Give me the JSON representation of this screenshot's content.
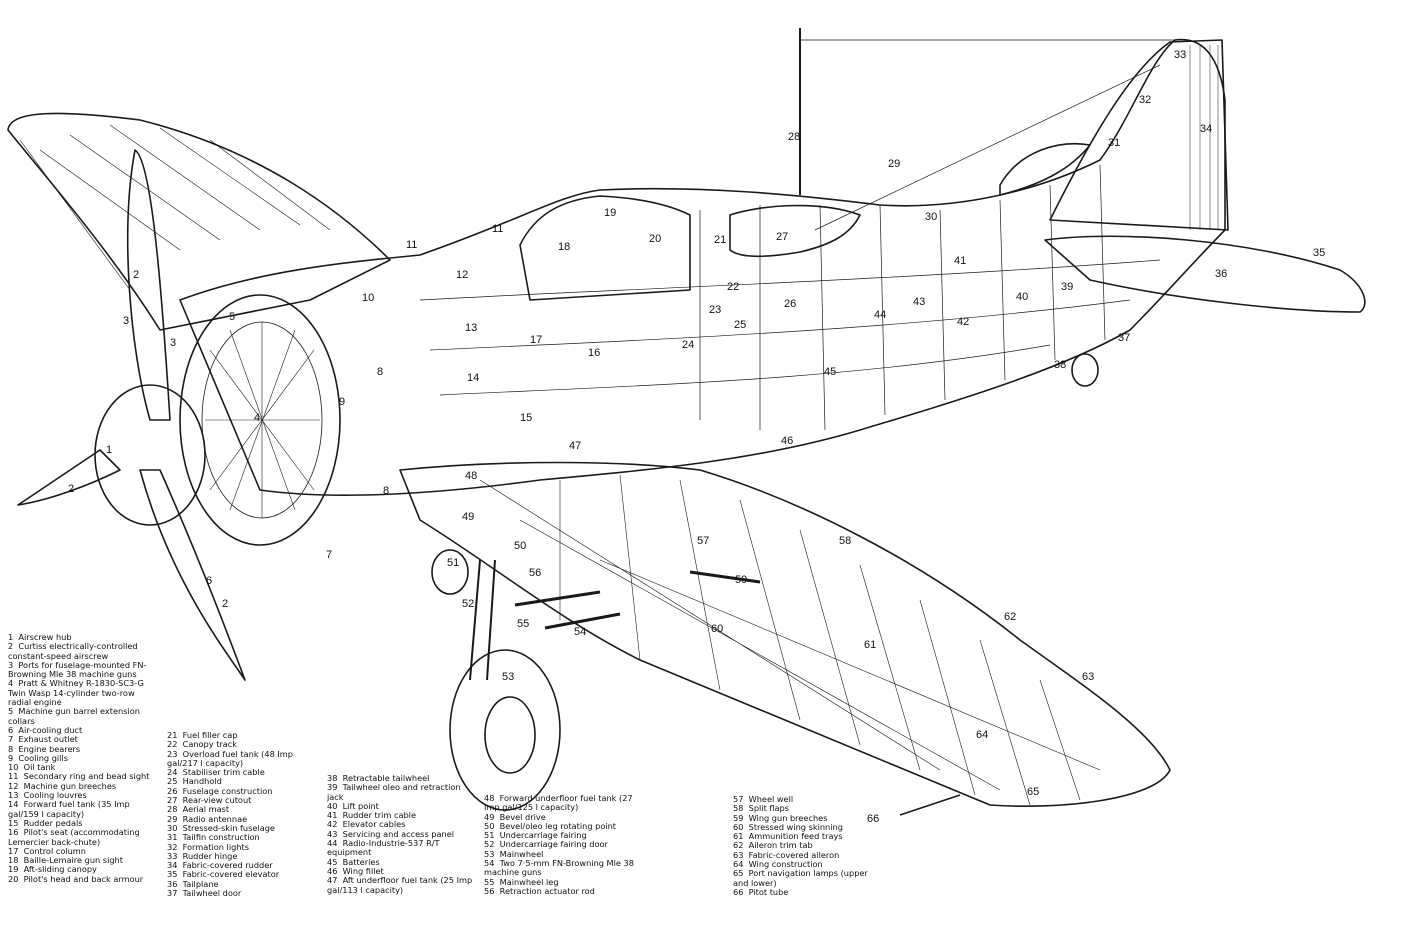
{
  "callout_labels": [
    "1",
    "2",
    "2",
    "2",
    "3",
    "3",
    "4",
    "5",
    "6",
    "7",
    "8",
    "8",
    "9",
    "10",
    "11",
    "11",
    "12",
    "13",
    "14",
    "15",
    "16",
    "17",
    "18",
    "19",
    "20",
    "21",
    "22",
    "23",
    "24",
    "25",
    "26",
    "27",
    "28",
    "29",
    "30",
    "31",
    "32",
    "33",
    "34",
    "35",
    "36",
    "37",
    "38",
    "39",
    "40",
    "41",
    "42",
    "43",
    "44",
    "45",
    "46",
    "47",
    "48",
    "49",
    "50",
    "51",
    "52",
    "53",
    "54",
    "55",
    "56",
    "57",
    "58",
    "59",
    "60",
    "61",
    "62",
    "63",
    "64",
    "65",
    "66"
  ],
  "legend": {
    "col1": [
      "1  Airscrew hub",
      "2  Curtiss electrically-controlled constant-speed airscrew",
      "3  Ports for fuselage-mounted FN-Browning Mle 38 machine guns",
      "4  Pratt & Whitney R-1830-SC3-G Twin Wasp 14-cylinder two-row radial engine",
      "5  Machine gun barrel extension collars",
      "6  Air-cooling duct",
      "7  Exhaust outlet",
      "8  Engine bearers",
      "9  Cooling gills",
      "10  Oil tank",
      "11  Secondary ring and bead sight",
      "12  Machine gun breeches",
      "13  Cooling louvres",
      "14  Forward fuel tank (35 Imp gal/159 l capacity)",
      "15  Rudder pedals",
      "16  Pilot's seat (accommodating Lemercier back-chute)",
      "17  Control column",
      "18  Baille-Lemaire gun sight",
      "19  Aft-sliding canopy",
      "20  Pilot's head and back armour"
    ],
    "col2": [
      "21  Fuel filler cap",
      "22  Canopy track",
      "23  Overload fuel tank (48 Imp gal/217 l capacity)",
      "24  Stabiliser trim cable",
      "25  Handhold",
      "26  Fuselage construction",
      "27  Rear-view cutout",
      "28  Aerial mast",
      "29  Radio antennae",
      "30  Stressed-skin fuselage",
      "31  Tailfin construction",
      "32  Formation lights",
      "33  Rudder hinge",
      "34  Fabric-covered rudder",
      "35  Fabric-covered elevator",
      "36  Tailplane",
      "37  Tailwheel door"
    ],
    "col3": [
      "38  Retractable tailwheel",
      "39  Tailwheel oleo and retraction jack",
      "40  Lift point",
      "41  Rudder trim cable",
      "42  Elevator cables",
      "43  Servicing and access panel",
      "44  Radio-Industrie-537 R/T equipment",
      "45  Batteries",
      "46  Wing fillet",
      "47  Aft underfloor fuel tank (25 Imp gal/113 l capacity)"
    ],
    "col4": [
      "48  Forward underfloor fuel tank (27 Imp gal/125 l capacity)",
      "49  Bevel drive",
      "50  Bevel/oleo leg rotating point",
      "51  Undercarriage fairing",
      "52  Undercarriage fairing door",
      "53  Mainwheel",
      "54  Two 7·5-mm FN-Browning Mle 38 machine guns",
      "55  Mainwheel leg",
      "56  Retraction actuator rod"
    ],
    "col5": [
      "57  Wheel well",
      "58  Split flaps",
      "59  Wing gun breeches",
      "60  Stressed wing skinning",
      "61  Ammunition feed trays",
      "62  Aileron trim tab",
      "63  Fabric-covered aileron",
      "64  Wing construction",
      "65  Port navigation lamps (upper and lower)",
      "66  Pitot tube"
    ]
  }
}
